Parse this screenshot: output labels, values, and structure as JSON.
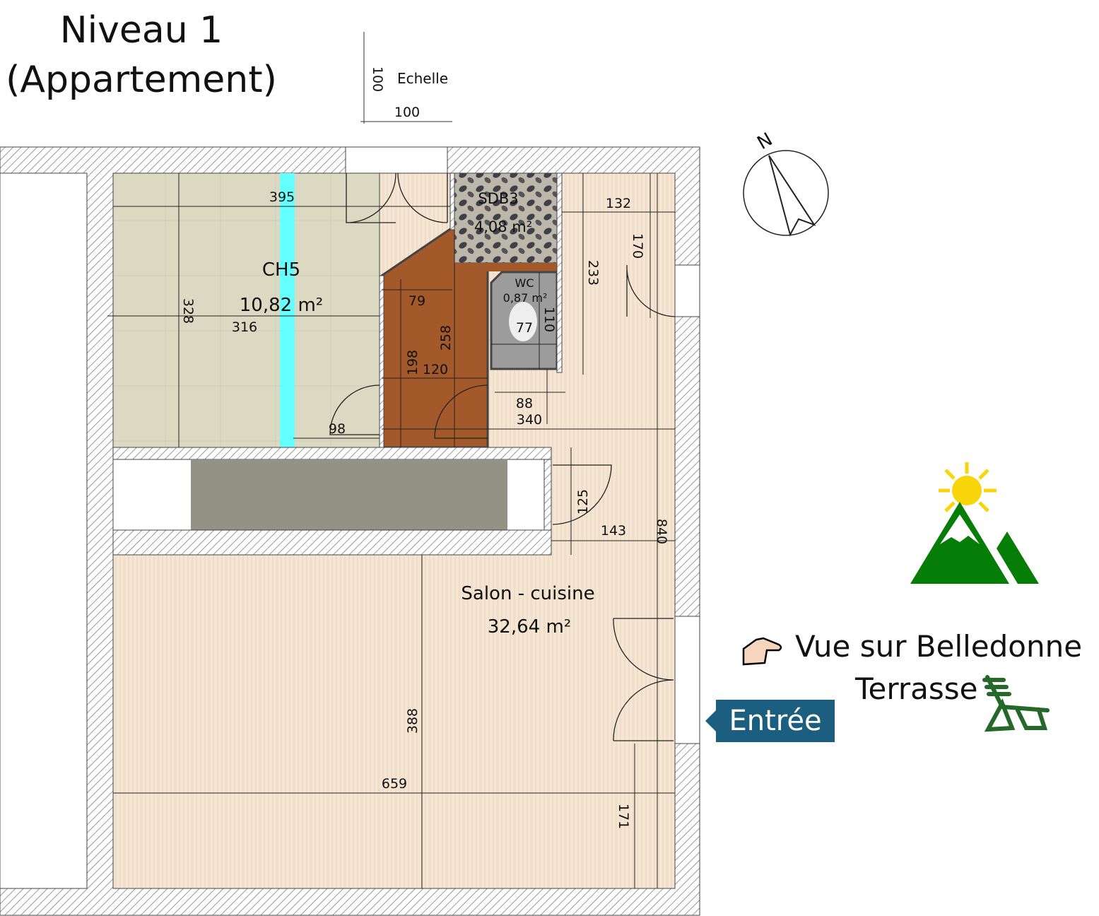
{
  "title": {
    "line1": "Niveau 1",
    "line2": "(Appartement)"
  },
  "scale": {
    "label": "Echelle",
    "vertical": "100",
    "horizontal": "100"
  },
  "compass": {
    "letter": "N"
  },
  "rooms": {
    "ch5": {
      "name": "CH5",
      "area": "10,82 m²"
    },
    "sdb3": {
      "name": "SDB3",
      "area": "4,08 m²"
    },
    "wc": {
      "name": "WC",
      "area": "0,87 m²"
    },
    "salon": {
      "name": "Salon - cuisine",
      "area": "32,64 m²"
    }
  },
  "dimensions": {
    "d395": "395",
    "d328": "328",
    "d316": "316",
    "d98": "98",
    "d79": "79",
    "d258": "258",
    "d198": "198",
    "d120": "120",
    "d77": "77",
    "d110": "110",
    "d88": "88",
    "d340": "340",
    "d132": "132",
    "d170": "170",
    "d233": "233",
    "d125": "125",
    "d143": "143",
    "d840": "840",
    "d388": "388",
    "d659": "659",
    "d171": "171"
  },
  "annotations": {
    "vue": "Vue sur Belledonne",
    "terrasse": "Terrasse",
    "entree": "Entrée"
  },
  "colors": {
    "entree_bg": "#1b5e80",
    "mountain": "#067d06",
    "sun": "#f7d50a",
    "cyan": "#66ffff"
  }
}
